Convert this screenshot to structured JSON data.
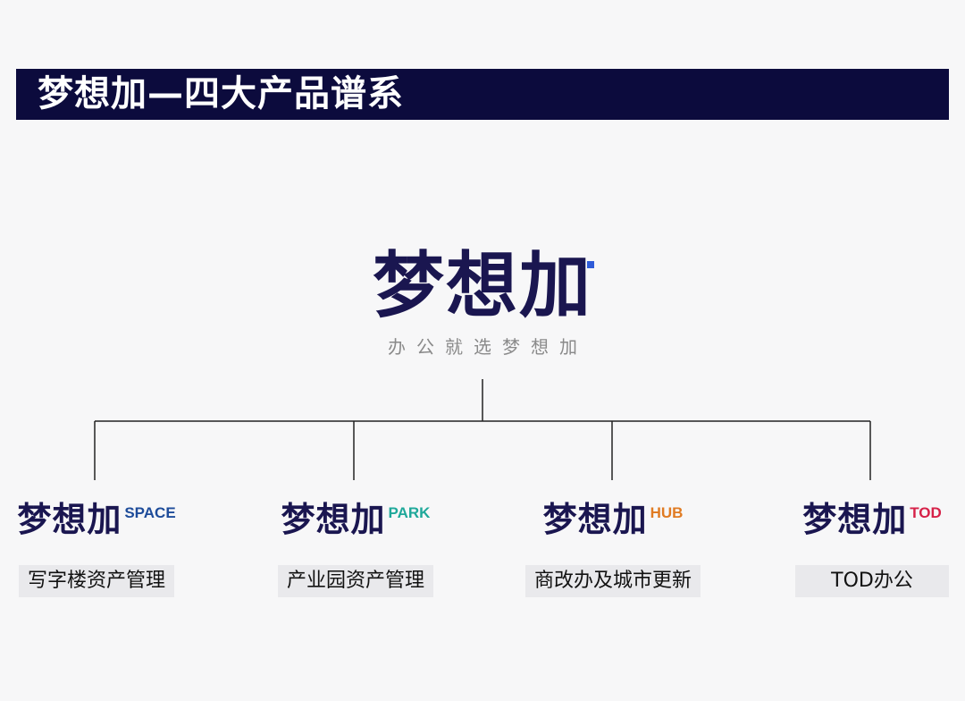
{
  "header": {
    "title": "梦想加—四大产品谱系"
  },
  "brand": {
    "name": "梦想加",
    "tagline": "办公就选梦想加",
    "color": "#1a1650",
    "accent": "#2f5bd8"
  },
  "products": [
    {
      "name": "梦想加",
      "suffix": "SPACE",
      "suffix_color": "#1e4c9a",
      "desc": "写字楼资产管理"
    },
    {
      "name": "梦想加",
      "suffix": "PARK",
      "suffix_color": "#1fa89a",
      "desc": "产业园资产管理"
    },
    {
      "name": "梦想加",
      "suffix": "HUB",
      "suffix_color": "#e07b22",
      "desc": "商改办及城市更新"
    },
    {
      "name": "梦想加",
      "suffix": "TOD",
      "suffix_color": "#d62148",
      "desc": "TOD办公"
    }
  ]
}
